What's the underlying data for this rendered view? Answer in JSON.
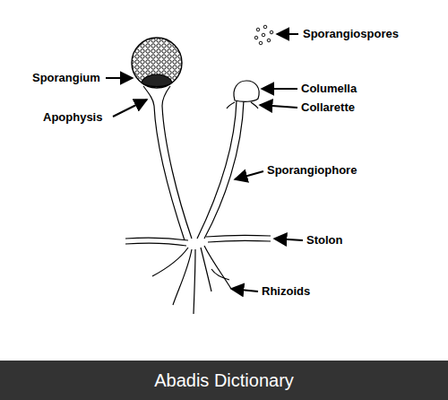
{
  "diagram": {
    "labels": [
      "Sporangiospores",
      "Sporangium",
      "Apophysis",
      "Columella",
      "Collarette",
      "Sporangiophore",
      "Stolon",
      "Rhizoids",
      "Abadis Dictionary"
    ]
  }
}
